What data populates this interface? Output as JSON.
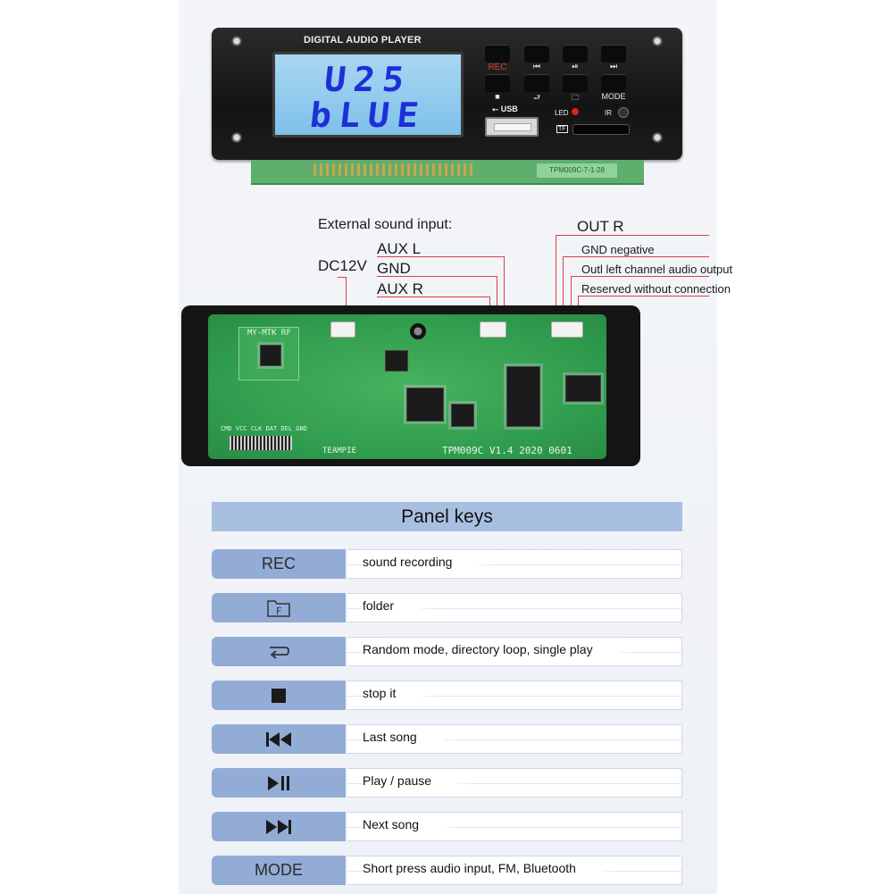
{
  "front_panel": {
    "title": "DIGITAL AUDIO PLAYER",
    "lcd_line1": "U25",
    "lcd_line2": "bLUE",
    "key_labels": {
      "rec": "REC",
      "mode": "MODE",
      "usb": "USB",
      "led": "LED",
      "ir": "IR",
      "tf": "TF"
    },
    "pcb_tag": "TPM009C-7-1-28"
  },
  "wiring": {
    "external_input": "External sound input:",
    "dc": "DC12V",
    "aux_l": "AUX L",
    "gnd": "GND",
    "aux_r": "AUX R",
    "out_r": "OUT R",
    "gnd_negative": "GND negative",
    "outl": "Outl left channel audio output",
    "reserved": "Reserved without connection"
  },
  "pcb_silk": {
    "model": "TPM009C V1.4  2020 0601",
    "brand": "TEAMPIE",
    "rf": "MY-MTK RF",
    "pins": "CMD VCC CLK DAT DEL GND"
  },
  "table": {
    "title": "Panel keys",
    "rows": [
      {
        "key": "REC",
        "icon": "text",
        "desc": "sound recording"
      },
      {
        "key": "",
        "icon": "folder-f-icon",
        "desc": "folder"
      },
      {
        "key": "",
        "icon": "return-arrow-icon",
        "desc": "Random mode, directory loop, single play"
      },
      {
        "key": "",
        "icon": "stop-icon",
        "desc": "stop it"
      },
      {
        "key": "",
        "icon": "previous-icon",
        "desc": "Last song"
      },
      {
        "key": "",
        "icon": "play-pause-icon",
        "desc": "Play / pause"
      },
      {
        "key": "",
        "icon": "next-icon",
        "desc": "Next song"
      },
      {
        "key": "MODE",
        "icon": "text",
        "desc": "Short press audio input, FM, Bluetooth"
      }
    ]
  },
  "colors": {
    "wire": "#d9414b",
    "table_header": "#a9bfe0",
    "key_cell": "#93acd6",
    "lcd_text": "#1f2fd6",
    "lcd_bg": "#8fcaee"
  }
}
